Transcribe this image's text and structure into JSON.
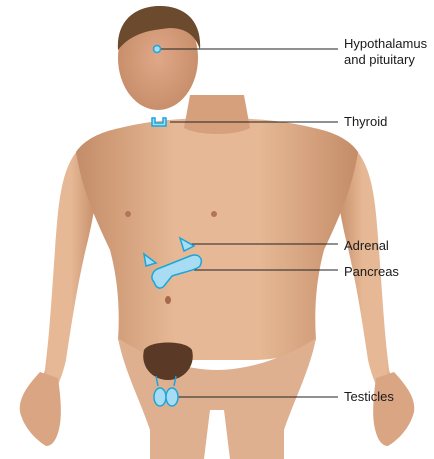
{
  "labels": {
    "hypothalamus_line1": "Hypothalamus",
    "hypothalamus_line2": "and pituitary",
    "thyroid": "Thyroid",
    "adrenal": "Adrenal",
    "pancreas": "Pancreas",
    "testicles": "Testicles"
  },
  "colors": {
    "gland_fill": "#a8dcf2",
    "gland_stroke": "#1aa6dc",
    "leader_line": "#222222",
    "skin": "#e0b08c",
    "skin_shade": "#c98f6a",
    "hair": "#6b4a2e"
  }
}
